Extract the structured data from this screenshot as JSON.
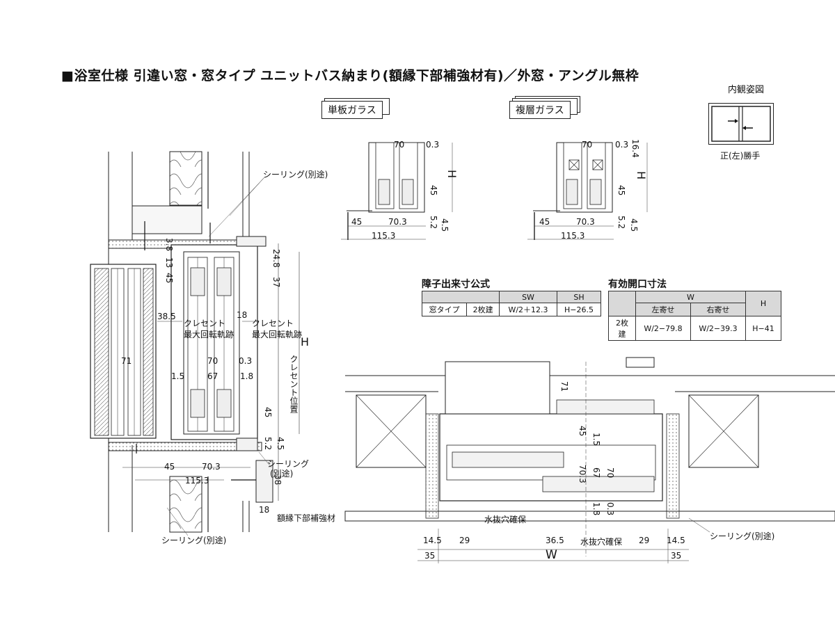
{
  "title": "■浴室仕様 引違い窓・窓タイプ ユニットバス納まり(額縁下部補強材有)／外窓・アングル無枠",
  "inner_view": {
    "caption": "内観姿図",
    "hand_label": "正(左)勝手"
  },
  "glass_tabs": {
    "single": "単板ガラス",
    "double": "複層ガラス"
  },
  "formula_table": {
    "caption": "障子出来寸公式",
    "col_sw": "SW",
    "col_sh": "SH",
    "row_type": "窓タイプ",
    "row_panels": "2枚建",
    "sw": "W/2＋12.3",
    "sh": "H−26.5"
  },
  "opening_table": {
    "caption": "有効開口寸法",
    "col_w": "W",
    "col_h": "H",
    "col_left": "左寄せ",
    "col_right": "右寄せ",
    "row_panels": "2枚建",
    "left": "W/2−79.8",
    "right": "W/2−39.3",
    "h": "H−41"
  },
  "main_section": {
    "labels": {
      "sealing_top": "シーリング(別途)",
      "sealing_mid": "シーリング",
      "sealing_mid2": "(別途)",
      "sealing_bottom": "シーリング(別途)",
      "crescent1": "クレセント",
      "crescent1b": "最大回転軌跡",
      "crescent2": "クレセント",
      "crescent2b": "最大回転軌跡",
      "crescent_pos": "クレセント位置",
      "reinforcement": "額縁下部補強材",
      "H": "H"
    },
    "dims": {
      "d13": "13",
      "d38": "3.8",
      "d45a": "45",
      "d248": "24.8",
      "d37": "37",
      "d385": "38.5",
      "d18": "18",
      "d71": "71",
      "d70": "70",
      "d03": "0.3",
      "d15": "1.5",
      "d67": "67",
      "d18b": "1.8",
      "d45b": "45",
      "d52": "5.2",
      "d45c": "4.5",
      "d45d": "45",
      "d703": "70.3",
      "d1153": "115.3",
      "d38b": "38",
      "d18c": "18"
    }
  },
  "single_glass_section": {
    "dims": {
      "d70": "70",
      "d03": "0.3",
      "H": "H",
      "d45a": "45",
      "d45b": "45",
      "d703": "70.3",
      "d52": "5.2",
      "d45c": "4.5",
      "d1153": "115.3"
    }
  },
  "double_glass_section": {
    "dims": {
      "d70": "70",
      "d03": "0.3",
      "d164": "16.4",
      "H": "H",
      "d45a": "45",
      "d45b": "45",
      "d703": "70.3",
      "d52": "5.2",
      "d45c": "4.5",
      "d1153": "115.3"
    }
  },
  "plan_section": {
    "labels": {
      "drain1": "水抜穴確保",
      "drain2": "水抜穴確保",
      "sealing": "シーリング(別途)",
      "W": "W"
    },
    "dims": {
      "d71": "71",
      "d45": "45",
      "d15": "1.5",
      "d703": "70.3",
      "d67": "67",
      "d70": "70",
      "d18": "1.8",
      "d03": "0.3",
      "d145a": "14.5",
      "d29a": "29",
      "d365": "36.5",
      "d29b": "29",
      "d145b": "14.5",
      "d35a": "35",
      "d35b": "35"
    }
  }
}
